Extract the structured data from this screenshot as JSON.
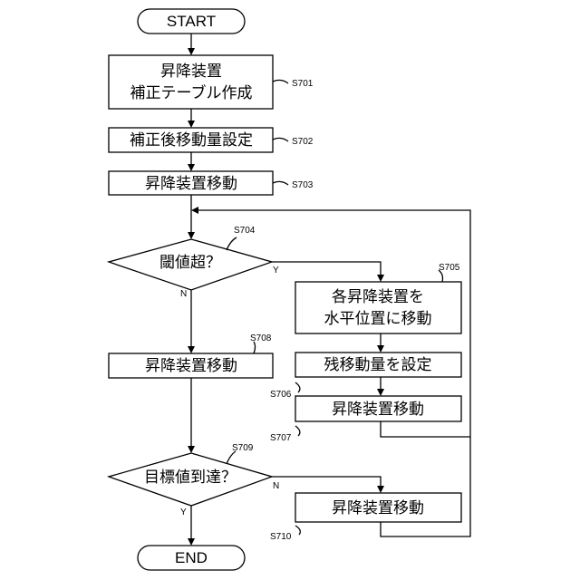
{
  "nodes": {
    "start": "START",
    "s701_line1": "昇降装置",
    "s701_line2": "補正テーブル作成",
    "s702": "補正後移動量設定",
    "s703": "昇降装置移動",
    "s704": "閾値超？",
    "s705_line1": "各昇降装置を",
    "s705_line2": "水平位置に移動",
    "s706": "残移動量を設定",
    "s707": "昇降装置移動",
    "s708": "昇降装置移動",
    "s709": "目標値到達？",
    "s710": "昇降装置移動",
    "end": "END"
  },
  "step_labels": {
    "s701": "S701",
    "s702": "S702",
    "s703": "S703",
    "s704": "S704",
    "s705": "S705",
    "s706": "S706",
    "s707": "S707",
    "s708": "S708",
    "s709": "S709",
    "s710": "S710"
  },
  "branch_labels": {
    "s704_yes": "Y",
    "s704_no": "N",
    "s709_no": "N",
    "s709_yes": "Y"
  }
}
